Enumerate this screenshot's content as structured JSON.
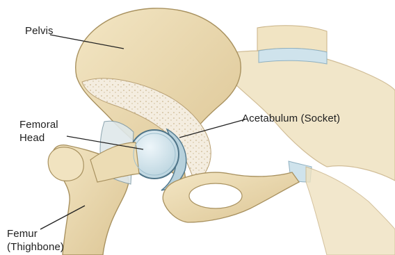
{
  "labels": {
    "pelvis": "Pelvis",
    "femoral_head": [
      "Femoral",
      "Head"
    ],
    "acetabulum": "Acetabulum (Socket)",
    "femur": [
      "Femur",
      "(Thighbone)"
    ]
  },
  "colors": {
    "bone": "#ecdcb4",
    "bone_shadow": "#d9c392",
    "cartilage": "#cfe3ec",
    "cartilage_edge": "#6f93a8",
    "spongy": "#f3ecdd",
    "outline": "#8c7a55",
    "leader_line": "#222222"
  }
}
